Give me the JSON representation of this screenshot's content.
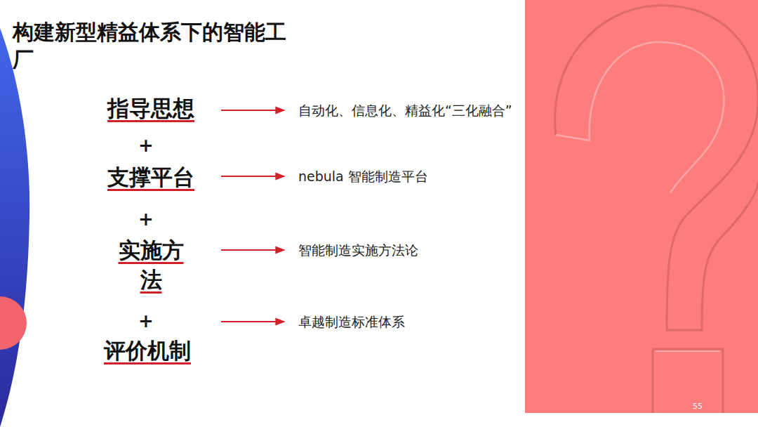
{
  "diagram": {
    "title": "构建新型精益体系下的智能工厂",
    "nodes": [
      {
        "text": [
          "指导思想"
        ]
      },
      {
        "text": [
          "自动化、信息化、精益化“三化融合”"
        ]
      },
      {
        "text": [
          "支撑平台"
        ]
      },
      {
        "text": [
          "nebula 智能制造平台"
        ]
      },
      {
        "text": [
          "实施方法"
        ]
      },
      {
        "text": [
          "智能制造实施方法论"
        ]
      },
      {
        "text": [
          "评价机制"
        ]
      },
      {
        "text": [
          "卓越制造标准体系"
        ]
      }
    ],
    "edges": [
      {
        "from": 0,
        "to": 1,
        "arrow": "to"
      },
      {
        "from": 2,
        "to": 3,
        "arrow": "to"
      },
      {
        "from": 4,
        "to": 5,
        "arrow": "to"
      },
      {
        "from": 6,
        "to": 7,
        "arrow": "to"
      }
    ],
    "labels": [
      "+",
      "+",
      "+",
      "55"
    ]
  }
}
